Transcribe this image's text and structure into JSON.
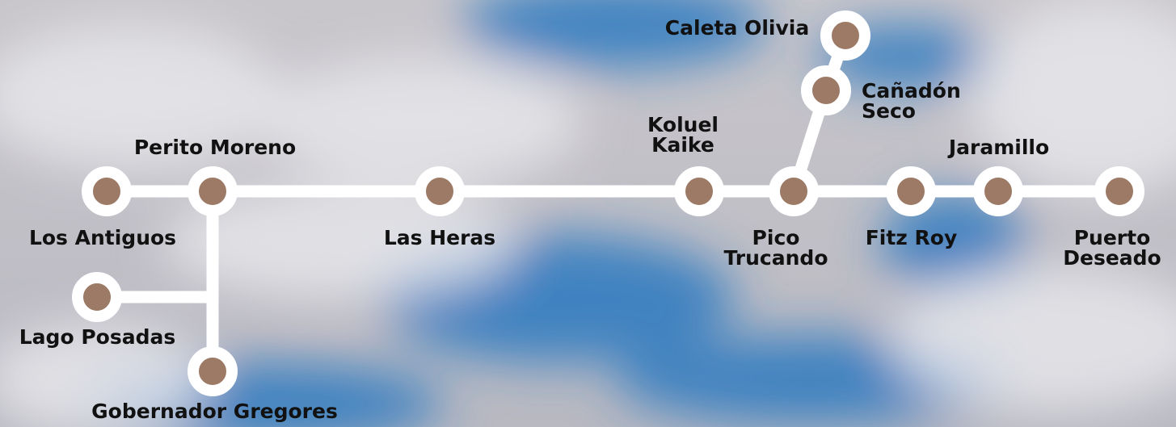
{
  "colors": {
    "sky_top": "#c9c6cb",
    "sky_blue": "#2a78c0",
    "cloud": "#e8e8ec",
    "route_line": "#ffffff",
    "station_fill": "#9c7a65",
    "station_ring": "#ffffff",
    "label_text": "#111111"
  },
  "stations": {
    "los_antiguos": "Los Antiguos",
    "perito_moreno": "Perito Moreno",
    "lago_posadas": "Lago Posadas",
    "gobernador_gregores": "Gobernador Gregores",
    "las_heras": "Las Heras",
    "koluel_kaike": "Koluel\nKaike",
    "pico_trucando": "Pico\nTrucando",
    "canadon_seco": "Cañadón\nSeco",
    "caleta_olivia": "Caleta Olivia",
    "fitz_roy": "Fitz Roy",
    "jaramillo": "Jaramillo",
    "puerto_deseado": "Puerto\nDeseado"
  }
}
